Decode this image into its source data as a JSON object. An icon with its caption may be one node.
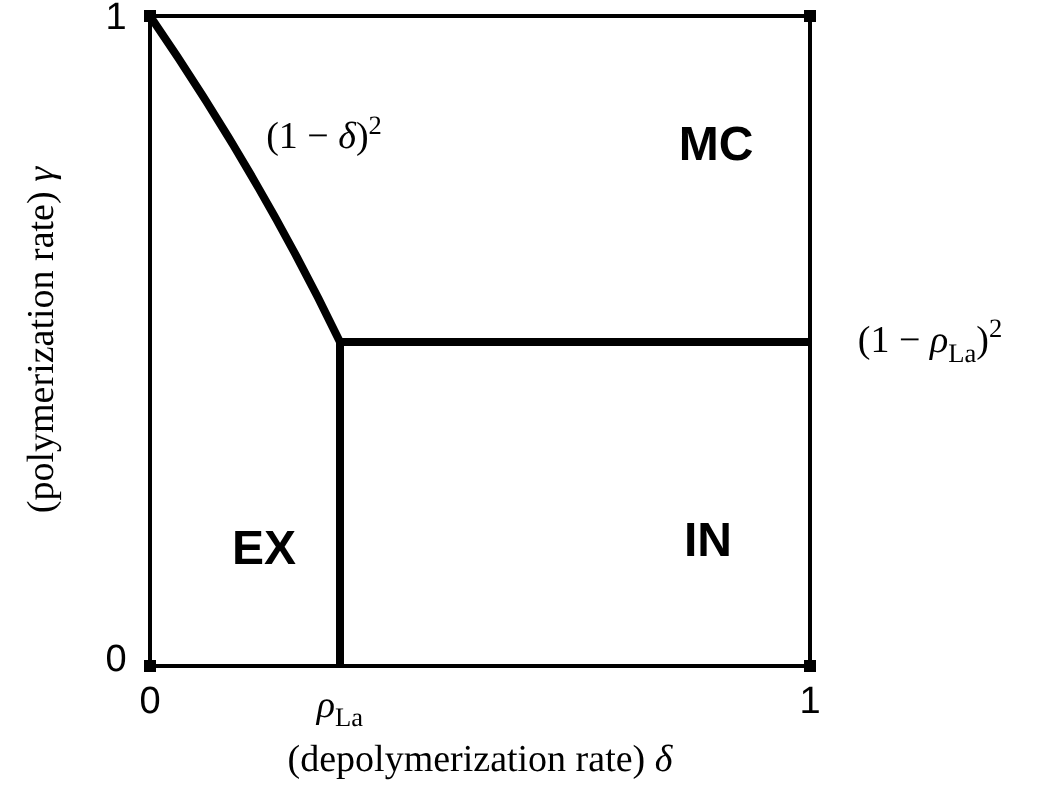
{
  "diagram": {
    "labels": [
      "1",
      "(1 − *δ*)$^{2}$",
      "MC",
      "(polymerization rate) *γ*",
      "(1 − *ρ*$_{La}$)$^{2}$",
      "EX",
      "IN",
      "0",
      "0",
      "*ρ*$_{La}$",
      "1",
      "(depolymerization rate) *δ*"
    ]
  }
}
